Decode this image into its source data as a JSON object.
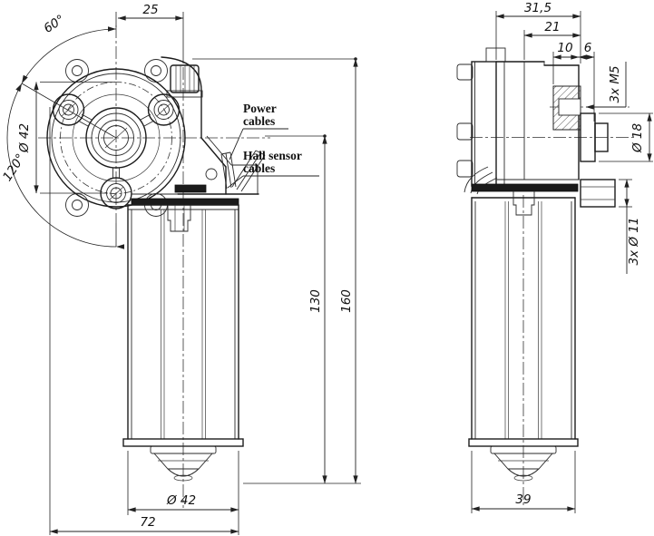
{
  "front_view": {
    "dim_offset": "25",
    "angle_a": "60°",
    "bolt_circle": "Ø 42",
    "angle_b": "120°",
    "power_label": {
      "line1": "Power",
      "line2": "cables"
    },
    "hall_label": {
      "line1": "Hall sensor",
      "line2": "cables"
    },
    "dim_height_motor": "130",
    "dim_height_total": "160",
    "dim_motor_dia": "Ø 42",
    "dim_overall_width": "72"
  },
  "side_view": {
    "dim_depth_total": "31,5",
    "dim_depth_gearbox": "21",
    "dim_thread_depth": "10",
    "dim_shaft_hub": "6",
    "note_thread": "3x M5",
    "dim_shaft_dia": "Ø 18",
    "note_holes": "3x Ø 11",
    "dim_motor_dia": "39"
  },
  "colors": {
    "line": "#222222",
    "background": "#ffffff"
  }
}
